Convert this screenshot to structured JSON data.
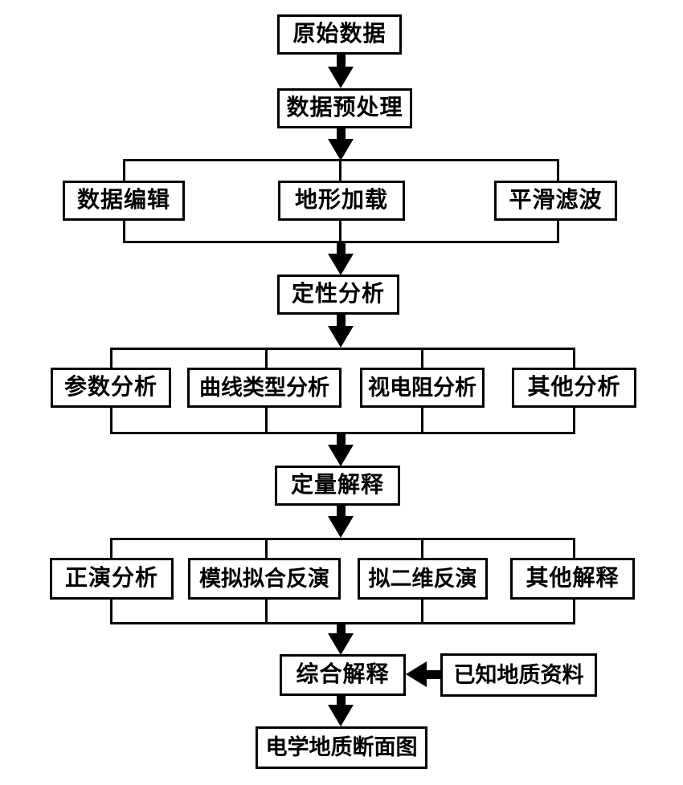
{
  "diagram": {
    "type": "flowchart",
    "colors": {
      "line": "#000000",
      "box_fill": "#ffffff",
      "background": "#ffffff",
      "text": "#000000"
    },
    "nodes": {
      "raw_data": "原始数据",
      "preprocessing": "数据预处理",
      "preprocess_branches": [
        "数据编辑",
        "地形加载",
        "平滑滤波"
      ],
      "qualitative": "定性分析",
      "qualitative_branches": [
        "参数分析",
        "曲线类型分析",
        "视电阻分析",
        "其他分析"
      ],
      "quantitative": "定量解释",
      "quantitative_branches": [
        "正演分析",
        "模拟拟合反演",
        "拟二维反演",
        "其他解释"
      ],
      "comprehensive": "综合解释",
      "known_geology": "已知地质资料",
      "final_output": "电学地质断面图"
    },
    "edges": [
      {
        "from": "原始数据",
        "to": "数据预处理"
      },
      {
        "from": "数据预处理",
        "to": "数据编辑 / 地形加载 / 平滑滤波"
      },
      {
        "from": "数据编辑 / 地形加载 / 平滑滤波",
        "to": "定性分析"
      },
      {
        "from": "定性分析",
        "to": "参数分析 / 曲线类型分析 / 视电阻分析 / 其他分析"
      },
      {
        "from": "参数分析 / 曲线类型分析 / 视电阻分析 / 其他分析",
        "to": "定量解释"
      },
      {
        "from": "定量解释",
        "to": "正演分析 / 模拟拟合反演 / 拟二维反演 / 其他解释"
      },
      {
        "from": "正演分析 / 模拟拟合反演 / 拟二维反演 / 其他解释",
        "to": "综合解释"
      },
      {
        "from": "已知地质资料",
        "to": "综合解释"
      },
      {
        "from": "综合解释",
        "to": "电学地质断面图"
      }
    ]
  }
}
